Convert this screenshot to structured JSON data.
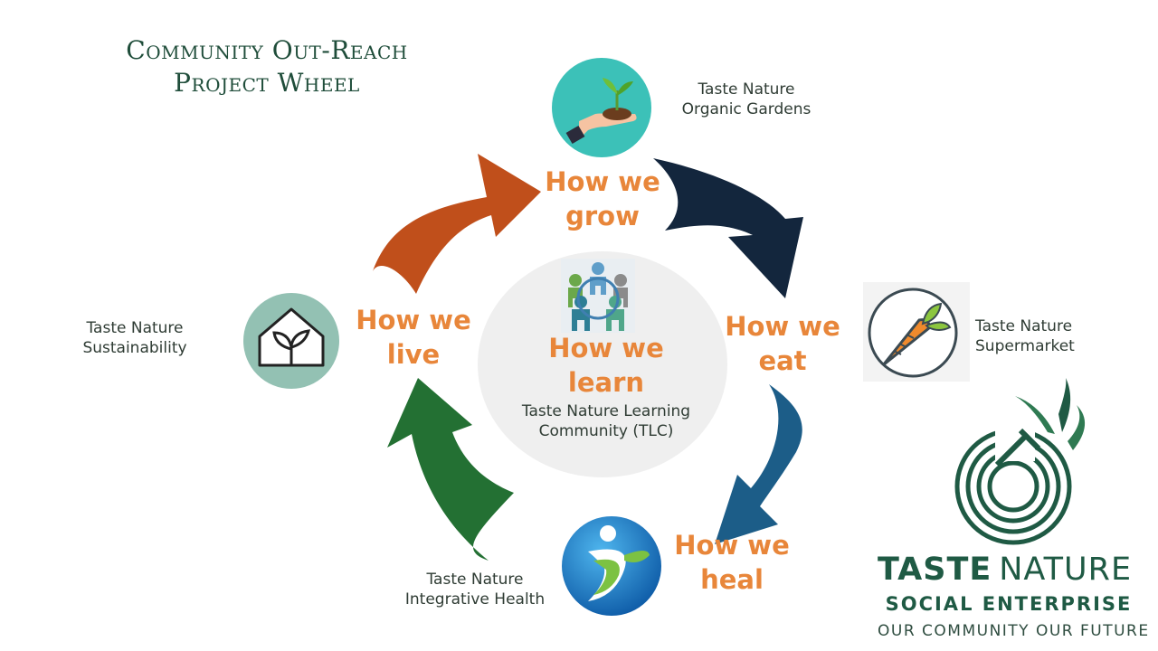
{
  "title": {
    "line1": "Community Out-Reach",
    "line2": "Project Wheel"
  },
  "center": {
    "how": [
      "How we",
      "learn"
    ],
    "label": [
      "Taste Nature Learning",
      "Community (TLC)"
    ]
  },
  "nodes": [
    {
      "id": "grow",
      "how": [
        "How we",
        "grow"
      ],
      "label": [
        "Taste Nature",
        "Organic Gardens"
      ],
      "icon": "seedling-in-hand-icon"
    },
    {
      "id": "eat",
      "how": [
        "How we",
        "eat"
      ],
      "label": [
        "Taste Nature",
        "Supermarket"
      ],
      "icon": "carrot-icon"
    },
    {
      "id": "heal",
      "how": [
        "How we",
        "heal"
      ],
      "label": [
        "Taste Nature",
        "Integrative Health"
      ],
      "icon": "wellness-figure-icon"
    },
    {
      "id": "live",
      "how": [
        "How we",
        "live"
      ],
      "label": [
        "Taste Nature",
        "Sustainability"
      ],
      "icon": "house-sprout-icon"
    }
  ],
  "colors": {
    "arrow_grow_to_eat": "#13263d",
    "arrow_eat_to_heal": "#1c5d88",
    "arrow_heal_to_live": "#237033",
    "arrow_live_to_grow": "#c04f1b",
    "how_text": "#e8863a",
    "title": "#1f4d3a"
  },
  "brand": {
    "name_bold": "TASTE",
    "name_light": "NATURE",
    "subtitle": "SOCIAL ENTERPRISE",
    "tagline": "OUR COMMUNITY OUR FUTURE",
    "icon": "fork-spiral-leaves-logo"
  }
}
